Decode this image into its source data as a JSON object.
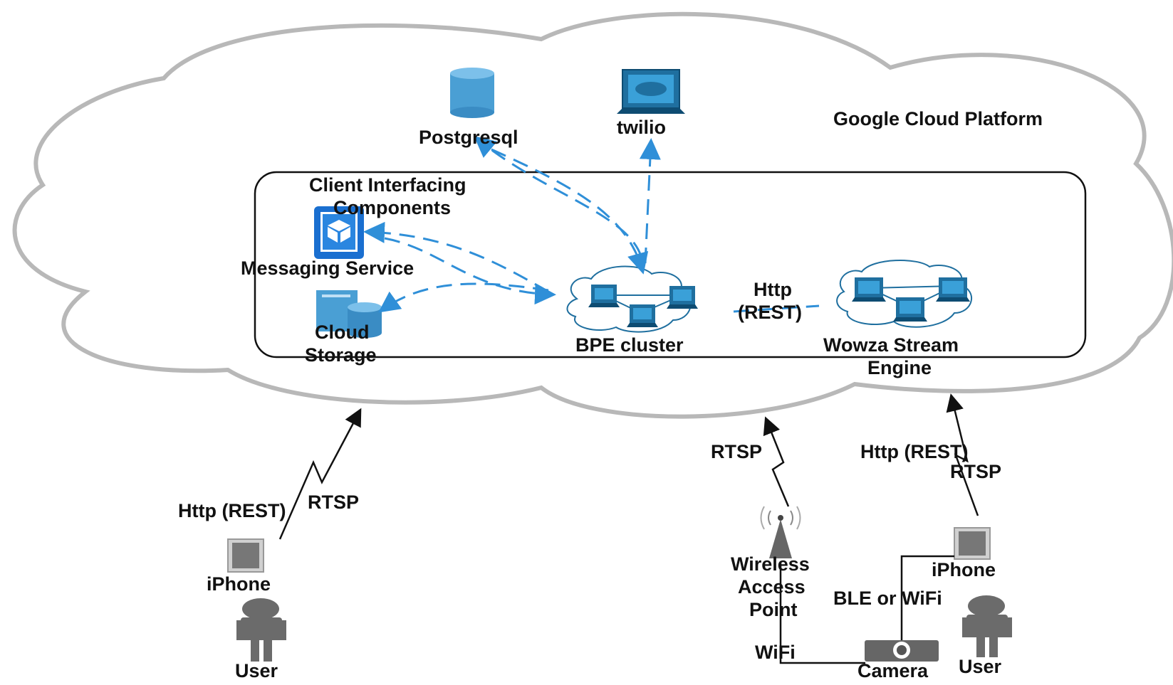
{
  "platform": {
    "title": "Google Cloud Platform"
  },
  "services": {
    "postgresql": "Postgresql",
    "twilio": "twilio"
  },
  "components": {
    "title_line1": "Client Interfacing",
    "title_line2": "Components",
    "messaging": "Messaging Service",
    "storage_line1": "Cloud",
    "storage_line2": "Storage",
    "bpe": "BPE cluster",
    "wowza_line1": "Wowza Stream",
    "wowza_line2": "Engine",
    "link_line1": "Http",
    "link_line2": "(REST)"
  },
  "left_client": {
    "protocol_http": "Http (REST)",
    "protocol_rtsp": "RTSP",
    "device": "iPhone",
    "user": "User"
  },
  "right_client": {
    "rtsp_ap": "RTSP",
    "protocol_http": "Http (REST)",
    "protocol_rtsp": "RTSP",
    "ap_line1": "Wireless",
    "ap_line2": "Access",
    "ap_line3": "Point",
    "device": "iPhone",
    "ble": "BLE or WiFi",
    "wifi": "WiFi",
    "camera": "Camera",
    "user": "User"
  },
  "colors": {
    "cloud_outline": "#b8b8b8",
    "dashed_arrow": "#2f8fd8",
    "icon_blue": "#1f6f9f",
    "icon_light": "#4a9fd4",
    "person_gray": "#6b6b6b"
  }
}
